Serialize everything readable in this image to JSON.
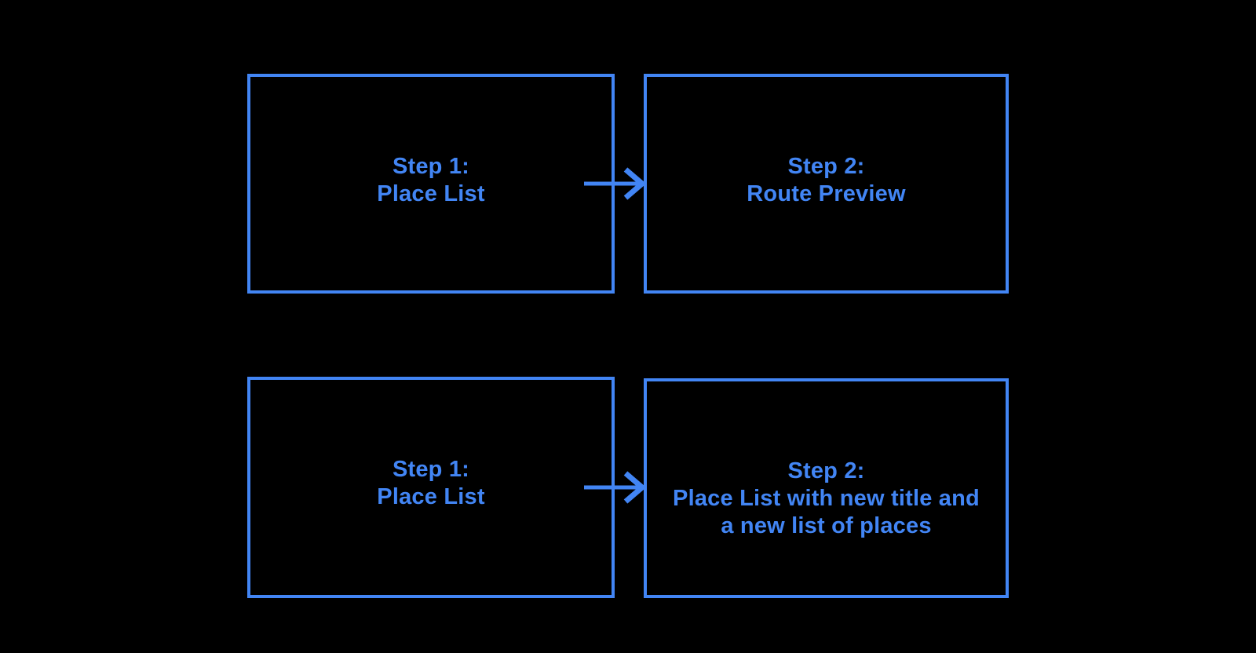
{
  "colors": {
    "background": "#000000",
    "accent": "#4285F4"
  },
  "icons": {
    "connector": "arrow-right"
  },
  "diagram": {
    "rows": [
      {
        "from": {
          "lines": [
            "Step 1:",
            "Place List"
          ]
        },
        "to": {
          "lines": [
            "Step 2:",
            "Route Preview"
          ]
        }
      },
      {
        "from": {
          "lines": [
            "Step 1:",
            "Place List"
          ]
        },
        "to": {
          "lines": [
            "Step 2:",
            "Place List with new title and",
            "a new list of places"
          ]
        }
      }
    ]
  }
}
